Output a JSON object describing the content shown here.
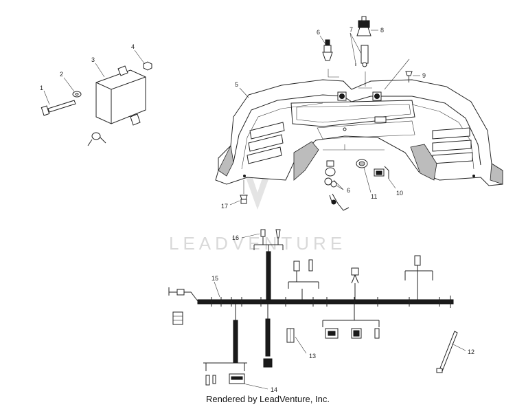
{
  "callouts": {
    "c1": "1",
    "c2": "2",
    "c3": "3",
    "c4": "4",
    "c5": "5",
    "c6a": "6",
    "c6b": "6",
    "c7": "7",
    "c8": "8",
    "c9": "9",
    "c10": "10",
    "c11": "11",
    "c12": "12",
    "c13": "13",
    "c14": "14",
    "c15": "15",
    "c16": "16",
    "c17": "17"
  },
  "watermark": "LEADVENTURE",
  "credit": "Rendered by LeadVenture, Inc."
}
